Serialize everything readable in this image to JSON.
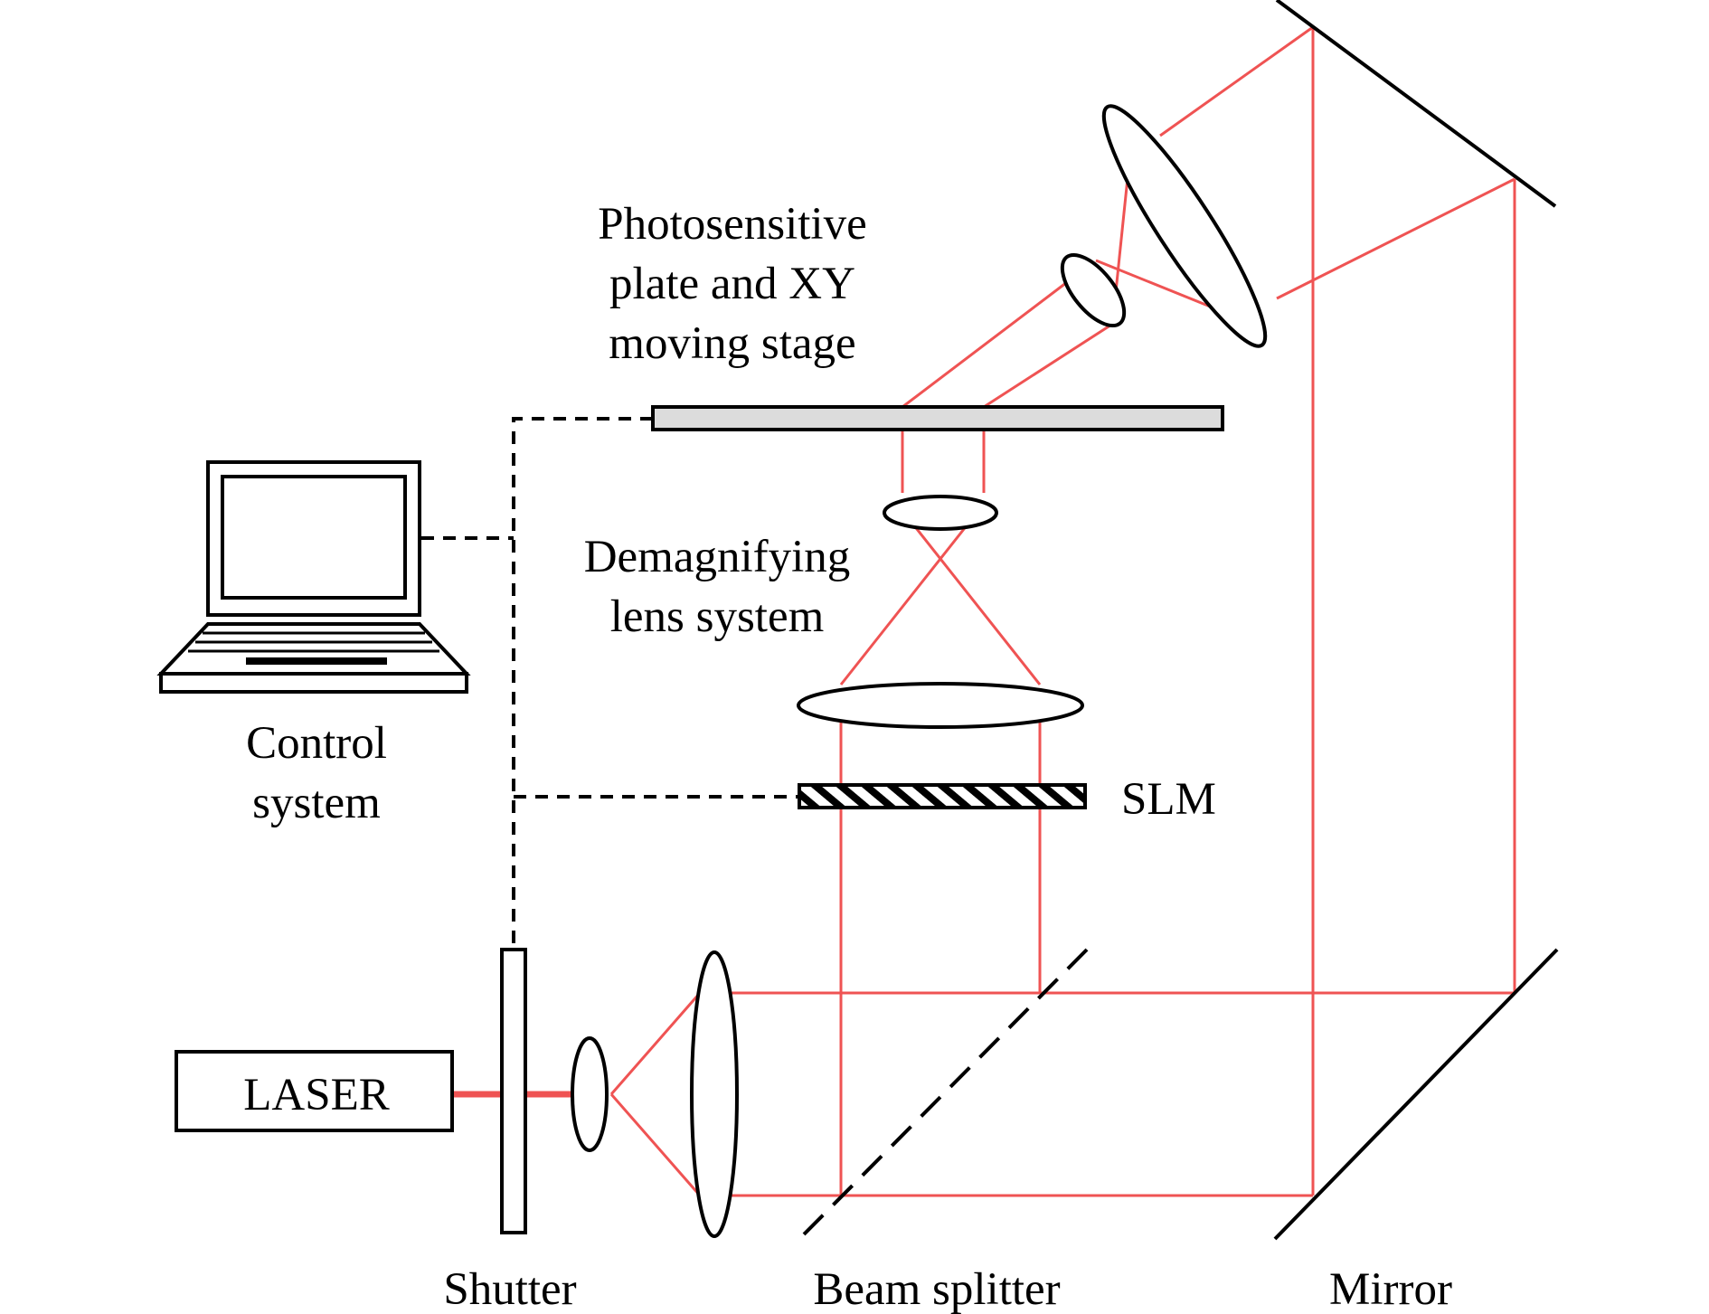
{
  "labels": {
    "laser": "LASER",
    "shutter": "Shutter",
    "beam_splitter": "Beam splitter",
    "mirror": "Mirror",
    "slm": "SLM",
    "control_line1": "Control",
    "control_line2": "system",
    "demag_line1": "Demagnifying",
    "demag_line2": "lens system",
    "plate_line1": "Photosensitive",
    "plate_line2": "plate and XY",
    "plate_line3": "moving stage"
  },
  "colors": {
    "beam": "#ef5353",
    "outline": "#000000",
    "plate_fill": "#dcdcdc"
  }
}
